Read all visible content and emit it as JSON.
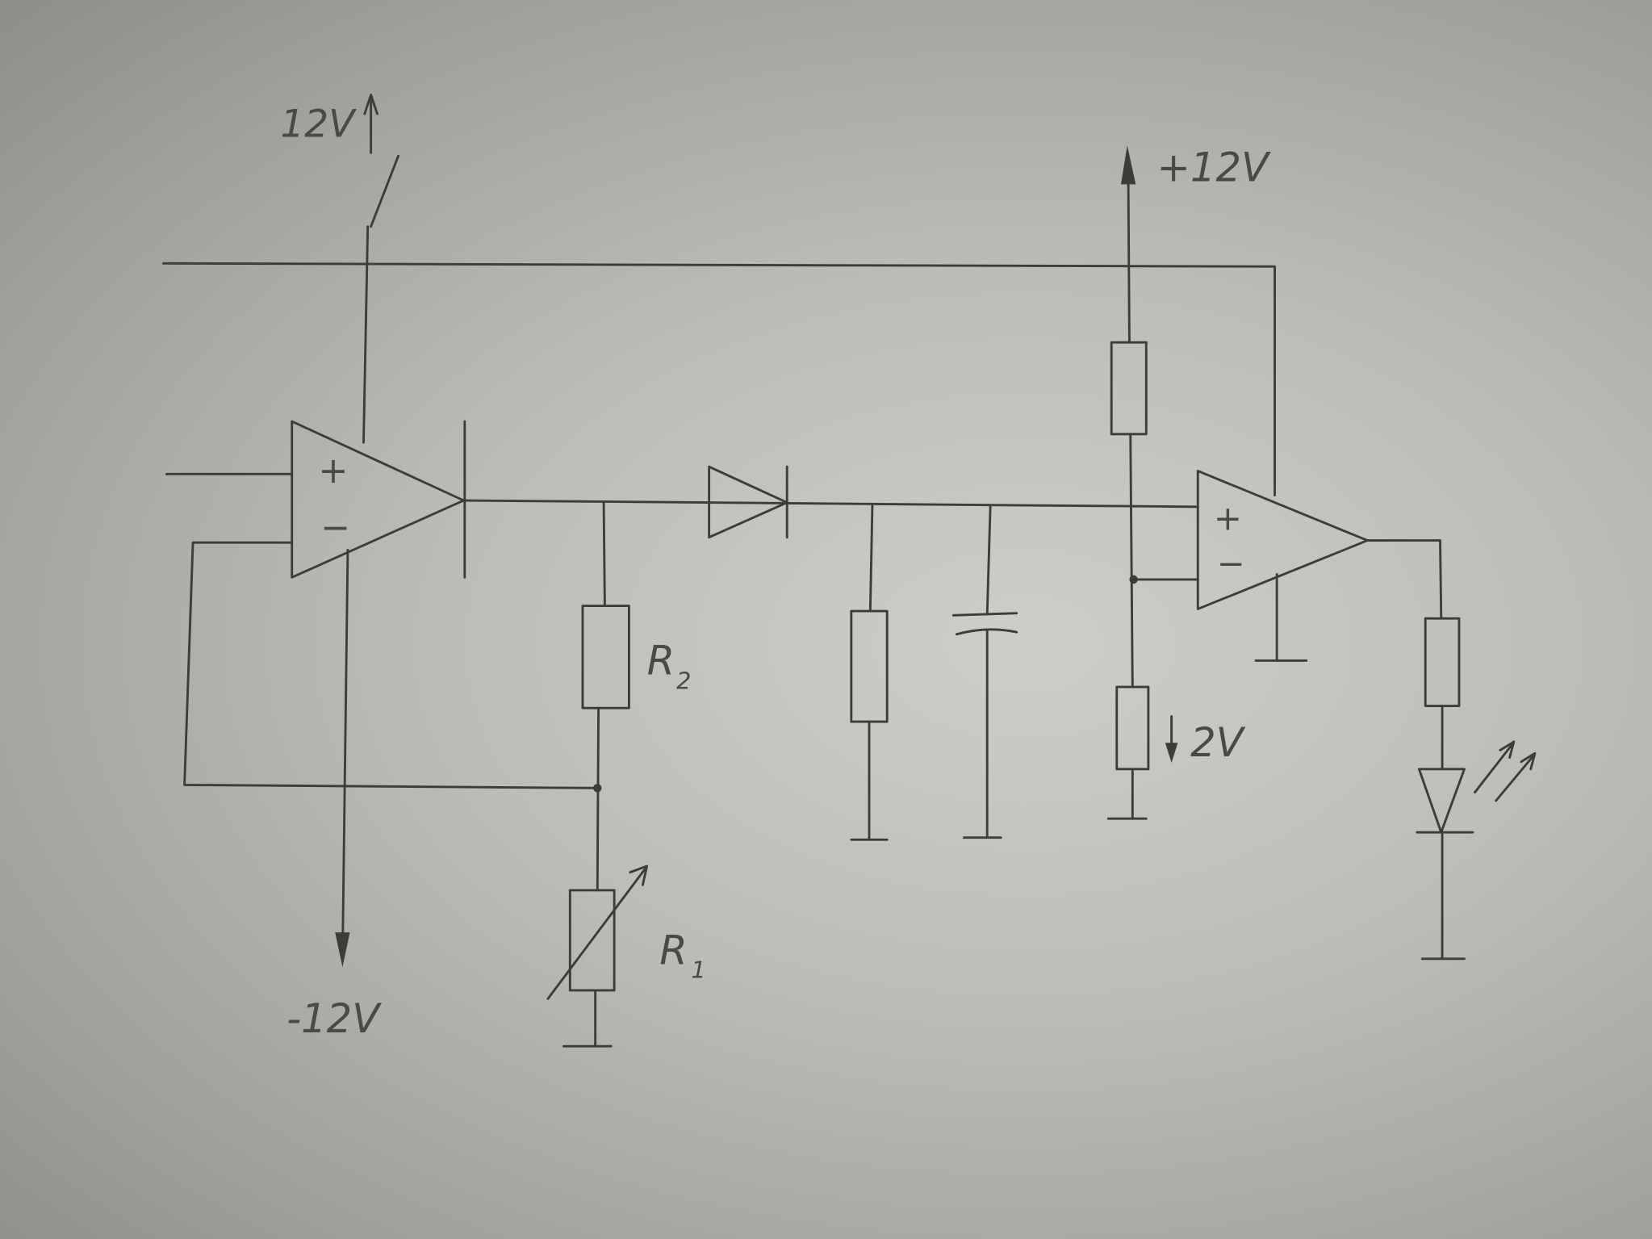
{
  "diagram": {
    "title": "Hand-drawn op-amp circuit schematic",
    "labels": {
      "supply_top_left": "12V",
      "supply_top_right": "+12V",
      "supply_negative": "-12V",
      "r2": "R",
      "r2_sub": "2",
      "r1": "R",
      "r1_sub": "1",
      "reference_voltage": "2V",
      "opamp1_plus": "+",
      "opamp1_minus": "−",
      "opamp2_plus": "+",
      "opamp2_minus": "−"
    },
    "colors": {
      "ink": "#3d3c3a",
      "paper": "#c4c2be"
    }
  }
}
